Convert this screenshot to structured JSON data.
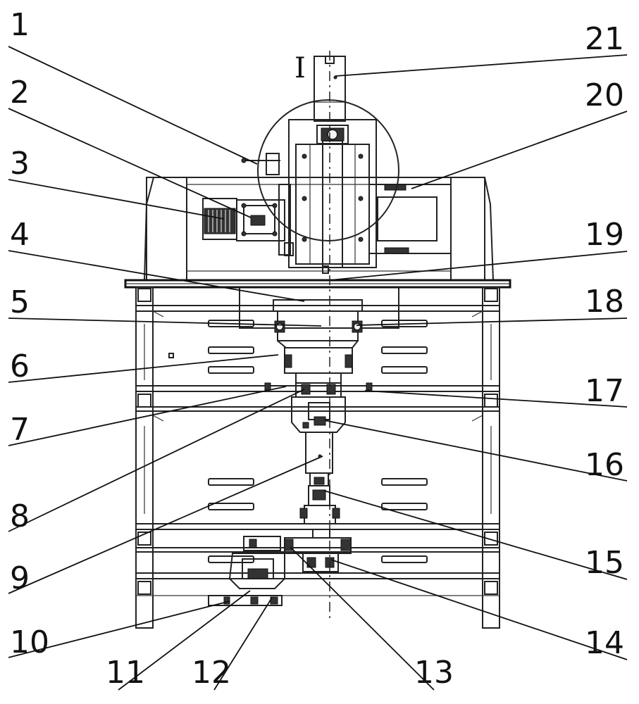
{
  "diagram": {
    "section_mark": "I",
    "callouts": [
      {
        "id": "1",
        "label": "1"
      },
      {
        "id": "2",
        "label": "2"
      },
      {
        "id": "3",
        "label": "3"
      },
      {
        "id": "4",
        "label": "4"
      },
      {
        "id": "5",
        "label": "5"
      },
      {
        "id": "6",
        "label": "6"
      },
      {
        "id": "7",
        "label": "7"
      },
      {
        "id": "8",
        "label": "8"
      },
      {
        "id": "9",
        "label": "9"
      },
      {
        "id": "10",
        "label": "10"
      },
      {
        "id": "11",
        "label": "11"
      },
      {
        "id": "12",
        "label": "12"
      },
      {
        "id": "13",
        "label": "13"
      },
      {
        "id": "14",
        "label": "14"
      },
      {
        "id": "15",
        "label": "15"
      },
      {
        "id": "16",
        "label": "16"
      },
      {
        "id": "17",
        "label": "17"
      },
      {
        "id": "18",
        "label": "18"
      },
      {
        "id": "19",
        "label": "19"
      },
      {
        "id": "20",
        "label": "20"
      },
      {
        "id": "21",
        "label": "21"
      }
    ]
  }
}
